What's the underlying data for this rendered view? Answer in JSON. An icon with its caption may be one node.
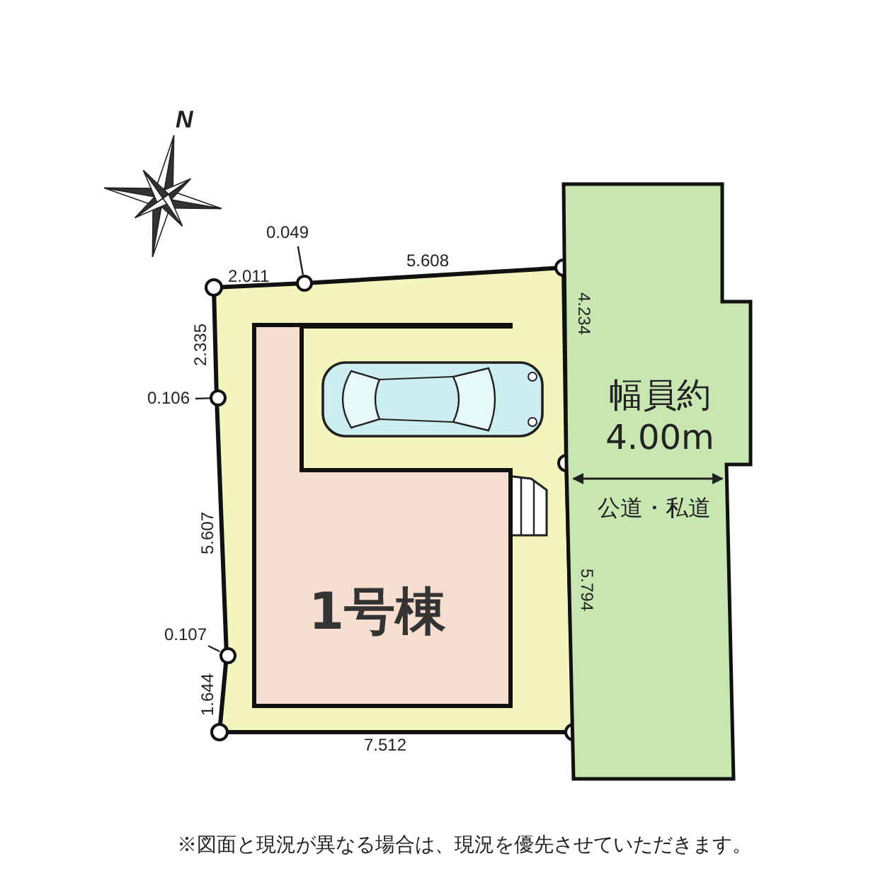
{
  "diagram": {
    "nodes": [
      {
        "text": [
          "1号棟"
        ]
      },
      {
        "text": [
          "幅員約4.00m",
          "公道・私道"
        ]
      },
      {
        "text": [
          "0.049"
        ]
      },
      {
        "text": [],
        "shape": "circle"
      },
      {
        "text": [
          "0.106"
        ]
      },
      {
        "text": [],
        "shape": "circle"
      },
      {
        "text": [
          "0.107"
        ]
      },
      {
        "text": [],
        "shape": "circle"
      }
    ],
    "edges": [
      {
        "from": 2,
        "to": 3,
        "arrow": "none"
      },
      {
        "from": 4,
        "to": 5,
        "arrow": "none"
      },
      {
        "from": 6,
        "to": 7,
        "arrow": "none"
      }
    ],
    "labels": [
      "N",
      "2.011",
      "5.608",
      "4.234",
      "2.335",
      "5.607",
      "1.644",
      "7.512",
      "5.794",
      "※図面と現況が異なる場合は、現況を優先させていただきます。"
    ]
  }
}
